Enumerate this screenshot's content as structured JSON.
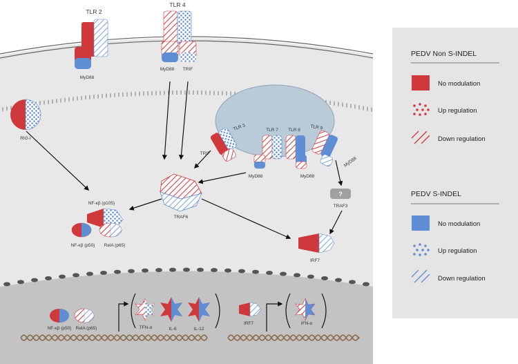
{
  "colors": {
    "red": "#d0393c",
    "blue": "#5f8ed4",
    "cell": "#e8e8e8",
    "nucleus": "#c3c3c3",
    "endosome": "#b9cbd9",
    "legend_bg": "#e5e5e5"
  },
  "receptors": {
    "tlr2": "TLR 2",
    "tlr4": "TLR 4",
    "tlr3": "TLR 3",
    "tlr7": "TLR 7",
    "tlr8": "TLR 8",
    "tlr9": "TLR 9"
  },
  "adaptors": {
    "myd88_tlr2": "MyD88",
    "myd88_tlr4": "MyD88",
    "trif_tlr4": "TRIF",
    "trif_tlr3": "TRIF",
    "myd88_tlr7": "MyD88",
    "myd88_tlr8": "MyD88",
    "myd88_tlr9": "MyD88"
  },
  "proteins": {
    "rig1": "RIG-I",
    "traf6": "TRAF6",
    "traf3": "TRAF3",
    "traf3_unknown": "?",
    "nfkb_p105": "NF-κβ (p105)",
    "nfkb_p50": "NF-κβ (p50)",
    "rela_p65": "RelA (p65)",
    "irf7": "IRF7"
  },
  "nucleus": {
    "nfkb_p50": "NF-κβ (p50)",
    "rela_p65": "RelA (p65)",
    "tnf": "TFN-α",
    "il6": "IL-6",
    "il12": "IL-12",
    "irf7": "IRF7",
    "ifn": "IFN-α"
  },
  "legend": {
    "non_sindel_title": "PEDV Non S-INDEL",
    "sindel_title": "PEDV S-INDEL",
    "no_modulation": "No modulation",
    "up_regulation": "Up regulation",
    "down_regulation": "Down regulation",
    "no_modulation_2": "No modulation",
    "up_regulation_2": "Up regulation",
    "down_regulation_2": "Down regulation"
  }
}
